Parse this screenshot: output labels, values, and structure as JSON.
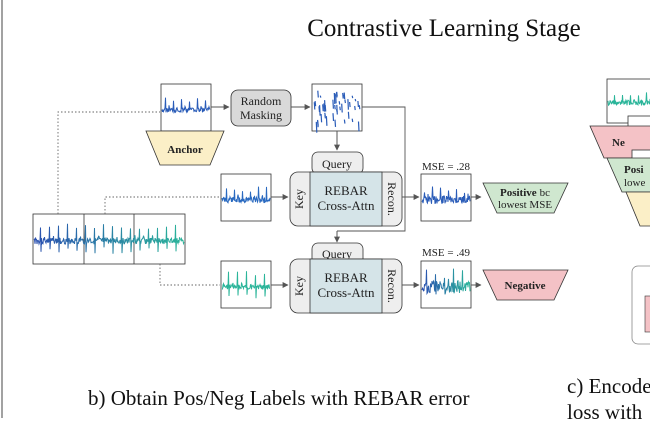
{
  "title": "Contrastive Learning Stage",
  "caption_b": "b) Obtain Pos/Neg Labels with REBAR error",
  "caption_c_line1": "c) Encode",
  "caption_c_line2": "loss with",
  "anchor_label": "Anchor",
  "masking_label_line1": "Random",
  "masking_label_line2": "Masking",
  "query_label": "Query",
  "key_label": "Key",
  "recon_label": "Recon.",
  "rebar_line1": "REBAR",
  "rebar_line2": "Cross-Attn",
  "mse_top": "MSE = .28",
  "mse_bottom": "MSE = .49",
  "positive_label": "Positive",
  "positive_bc": "bc",
  "positive_sub": "lowest MSE",
  "negative_label": "Negative",
  "right_ne": "Ne",
  "right_posi": "Posi",
  "right_lowe": "lowe",
  "colors": {
    "anchor_fill": "#fbefc7",
    "positive_fill": "#cfe7cf",
    "negative_fill": "#f4c2c6",
    "rebar_fill": "#d5e4e8",
    "module_fill": "#eeeeee",
    "signal_blue": "#2a5cb8",
    "signal_teal": "#2bb59a"
  }
}
